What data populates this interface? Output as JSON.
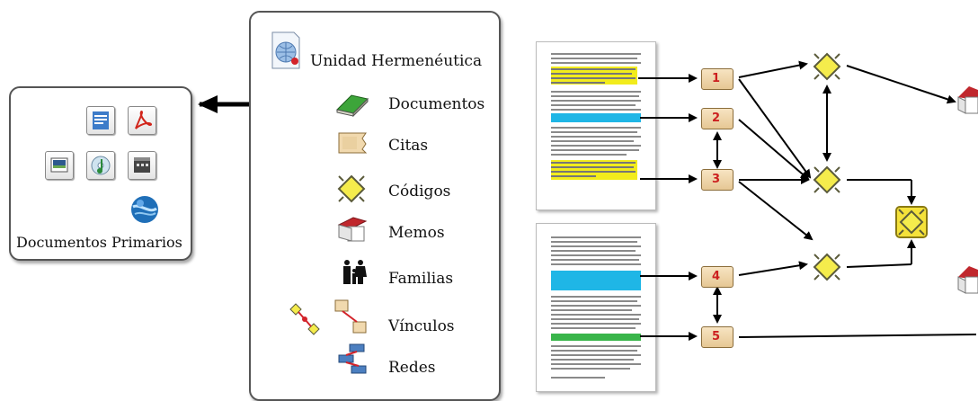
{
  "primary_docs": {
    "title": "Documentos Primarios",
    "icons": [
      "word-document-icon",
      "pdf-icon",
      "image-icon",
      "audio-icon",
      "video-icon",
      "google-earth-icon"
    ]
  },
  "hermeneutic_unit": {
    "title": "Unidad Hermenéutica",
    "items": [
      {
        "label": "Documentos",
        "icon": "documents-icon"
      },
      {
        "label": "Citas",
        "icon": "quotation-icon"
      },
      {
        "label": "Códigos",
        "icon": "code-icon"
      },
      {
        "label": "Memos",
        "icon": "memo-icon"
      },
      {
        "label": "Familias",
        "icon": "families-icon"
      },
      {
        "label": "Vínculos",
        "icon": "links-icon"
      },
      {
        "label": "Redes",
        "icon": "networks-icon"
      }
    ]
  },
  "network": {
    "quotes": [
      "1",
      "2",
      "3",
      "4",
      "5"
    ],
    "colors": {
      "highlight_yellow": "#f2ec1c",
      "highlight_cyan": "#1fb6e6",
      "highlight_green": "#39b54a",
      "code_yellow": "#f5ec4c",
      "memo_red": "#c0272d"
    }
  }
}
